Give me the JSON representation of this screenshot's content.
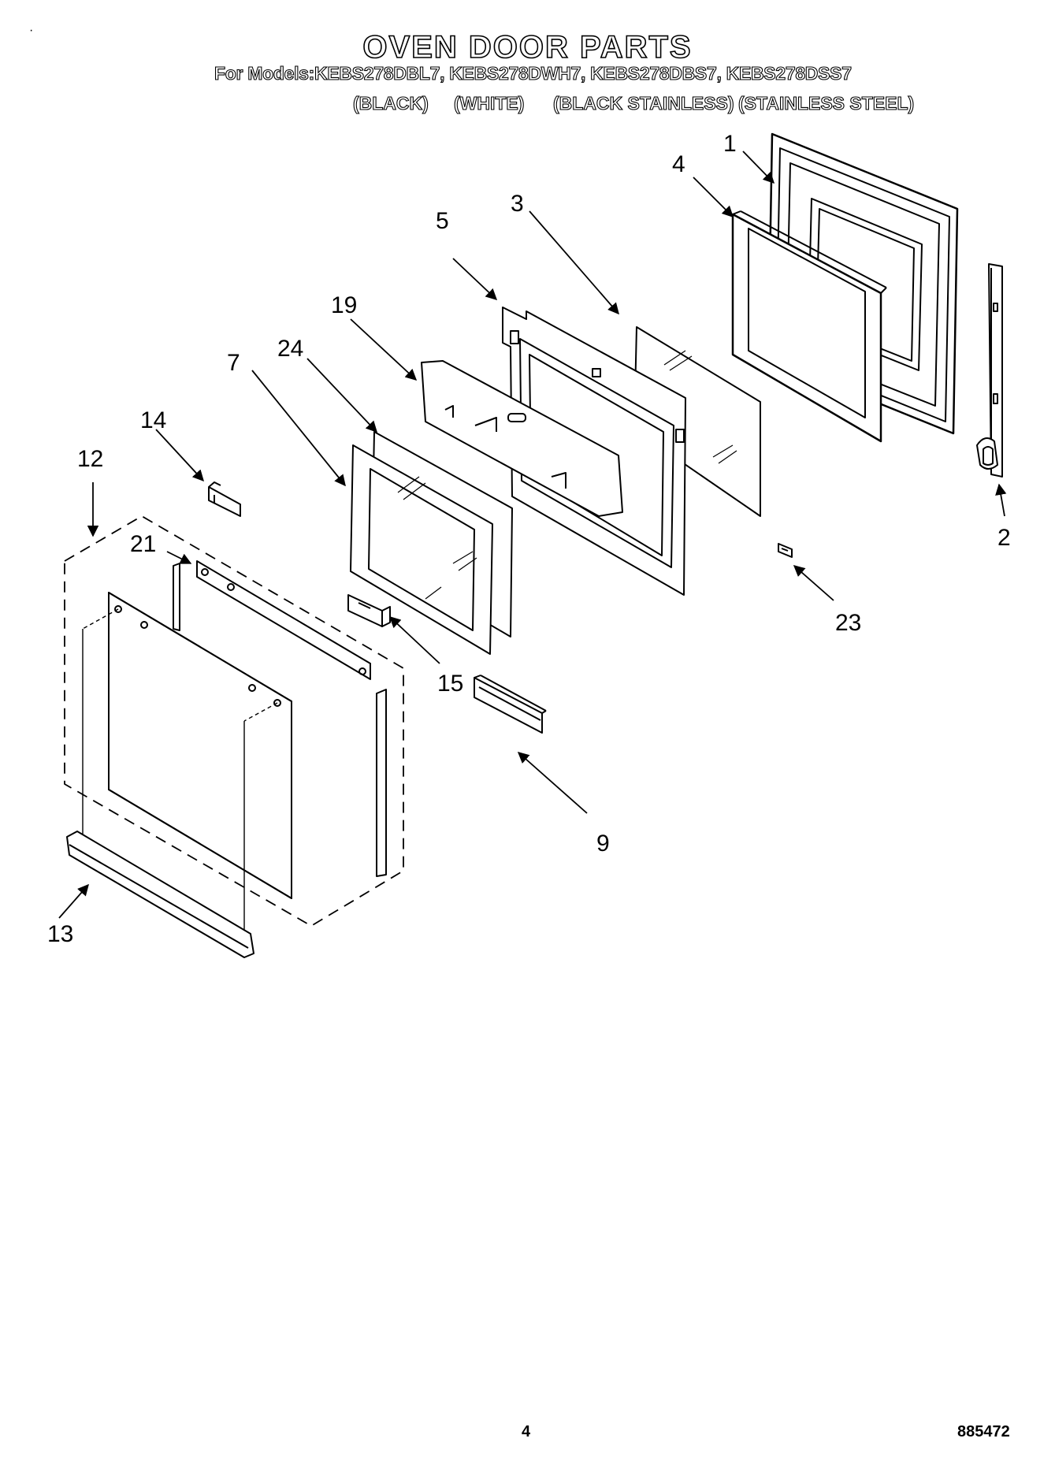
{
  "header": {
    "title": "OVEN DOOR PARTS",
    "models_line": "For Models:KEBS278DBL7, KEBS278DWH7, KEBS278DBS7, KEBS278DSS7",
    "colors": [
      "(BLACK)",
      "(WHITE)",
      "(BLACK STAINLESS)",
      "(STAINLESS STEEL)"
    ]
  },
  "callouts": {
    "c1": "1",
    "c2": "2",
    "c3": "3",
    "c4": "4",
    "c5": "5",
    "c7": "7",
    "c9": "9",
    "c12": "12",
    "c13": "13",
    "c14": "14",
    "c15": "15",
    "c19": "19",
    "c21": "21",
    "c23": "23",
    "c24": "24"
  },
  "footer": {
    "page_number": "4",
    "doc_number": "885472"
  }
}
